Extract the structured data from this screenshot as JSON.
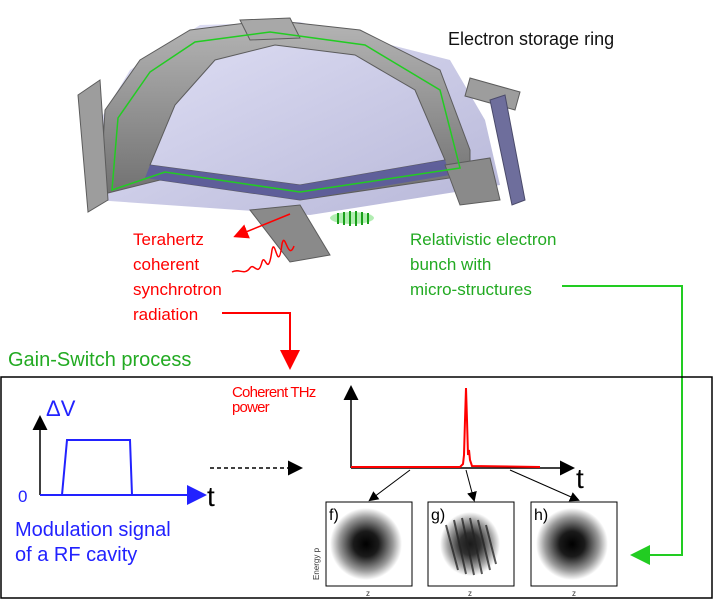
{
  "ring": {
    "title": "Electron storage ring"
  },
  "thz_label": {
    "line1": "Terahertz",
    "line2": "coherent",
    "line3": "synchrotron",
    "line4": "radiation"
  },
  "bunch_label": {
    "line1": "Relativistic electron",
    "line2": "bunch with",
    "line3": "micro-structures"
  },
  "gain_switch": {
    "title": "Gain-Switch process"
  },
  "modulation": {
    "y_label": "ΔV",
    "zero_label": "0",
    "x_label": "t",
    "caption_line1": "Modulation signal",
    "caption_line2": "of a RF cavity"
  },
  "thz_power": {
    "label_line1": "Coherent THz",
    "label_line2": "power",
    "x_label": "t"
  },
  "phase_space": {
    "y_axis_label": "Energy p",
    "x_axis_label": "z",
    "panels": [
      {
        "label": "f)"
      },
      {
        "label": "g)"
      },
      {
        "label": "h)"
      }
    ]
  },
  "colors": {
    "red": "#ff0000",
    "green": "#22cc22",
    "blue": "#2222ff",
    "ring_gray": "#8c8c8c",
    "ring_inner": "#9a9acf"
  }
}
